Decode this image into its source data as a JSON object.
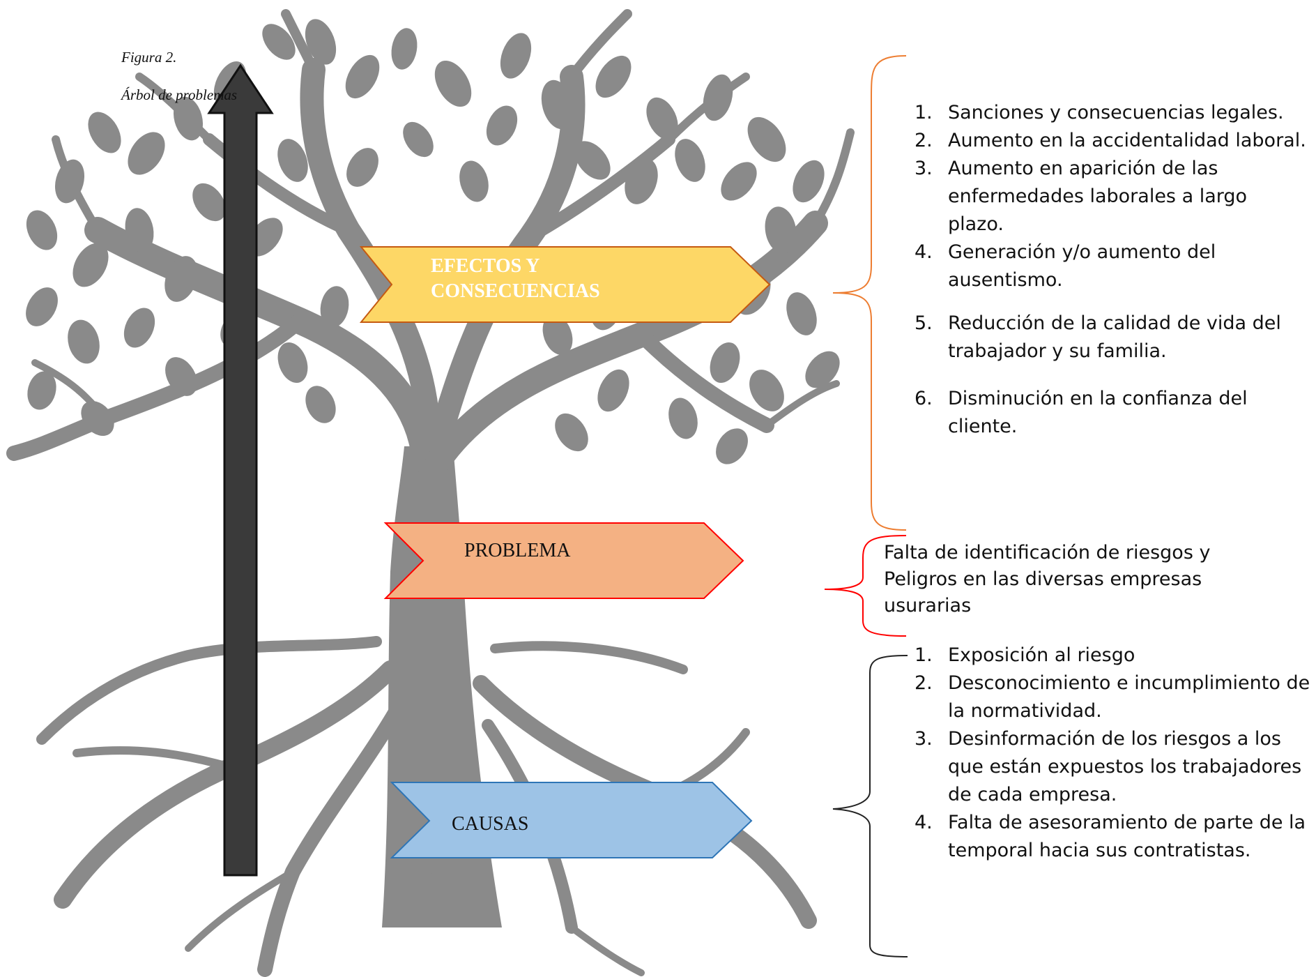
{
  "figure": {
    "number": "Figura 2.",
    "title": "Árbol de problemas"
  },
  "banners": {
    "effects": {
      "label_line1": "EFECTOS Y",
      "label_line2": "CONSECUENCIAS",
      "fill": "#fdd766",
      "stroke": "#c55a11",
      "text_color": "#ffffff"
    },
    "problem": {
      "label": "PROBLEMA",
      "fill": "#f4b183",
      "stroke": "#ff0000",
      "text_color": "#111111"
    },
    "causes": {
      "label": "CAUSAS",
      "fill": "#9dc3e6",
      "stroke": "#2e75b6",
      "text_color": "#111111"
    }
  },
  "effects_list": [
    {
      "num": "1.",
      "text": "Sanciones y consecuencias legales."
    },
    {
      "num": "2.",
      "text": "Aumento en la accidentalidad laboral."
    },
    {
      "num": "3.",
      "text": "Aumento en aparición de las enfermedades laborales a largo plazo."
    },
    {
      "num": "4.",
      "text": "Generación y/o aumento del ausentismo."
    },
    {
      "num": "5.",
      "text": "Reducción de la calidad de vida del trabajador y su familia."
    },
    {
      "num": "6.",
      "text": "Disminución en la confianza del cliente."
    }
  ],
  "problem_description": "Falta de identificación de riesgos y Peligros en las diversas empresas usurarias",
  "causes_list": [
    {
      "num": "1.",
      "text": "Exposición al riesgo"
    },
    {
      "num": "2.",
      "text": "Desconocimiento e incumplimiento de la normatividad."
    },
    {
      "num": "3.",
      "text": "Desinformación de los riesgos a los que están expuestos los trabajadores de cada empresa."
    },
    {
      "num": "4.",
      "text": "Falta de asesoramiento de parte de la temporal hacia sus contratistas."
    }
  ],
  "colors": {
    "tree": "#8a8a8a",
    "arrow": "#3a3a3a",
    "effects_brace": "#ed7d31",
    "problem_brace": "#ff0000",
    "causes_brace": "#222222"
  }
}
